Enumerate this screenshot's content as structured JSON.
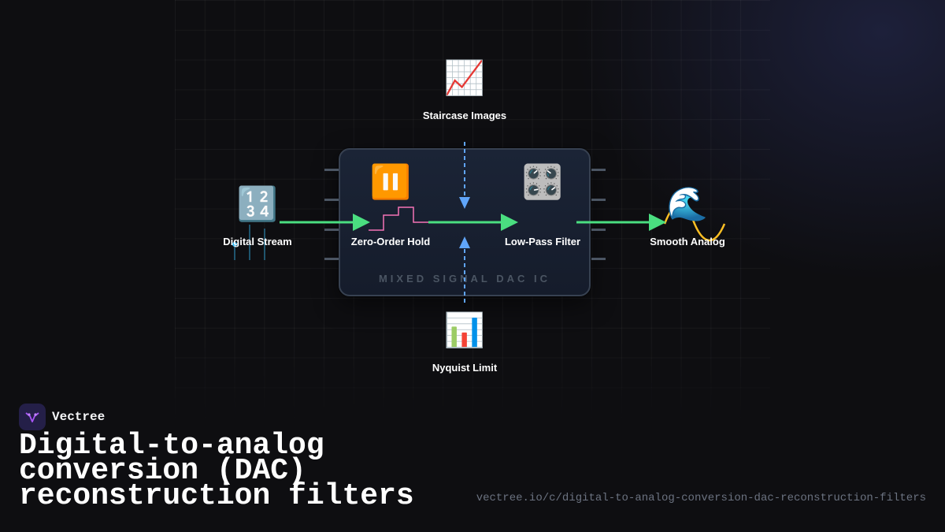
{
  "diagram": {
    "chip_label": "MIXED SIGNAL DAC IC",
    "nodes": [
      {
        "id": "digital_stream",
        "label": "Digital Stream",
        "icon": "🔢",
        "icon_name": "input-numbers-icon"
      },
      {
        "id": "zero_order_hold",
        "label": "Zero-Order Hold",
        "icon": "⏸️",
        "icon_name": "pause-icon"
      },
      {
        "id": "low_pass_filter",
        "label": "Low-Pass Filter",
        "icon": "🎛️",
        "icon_name": "control-knobs-icon"
      },
      {
        "id": "smooth_analog",
        "label": "Smooth Analog",
        "icon": "🌊",
        "icon_name": "wave-icon"
      },
      {
        "id": "staircase_images",
        "label": "Staircase Images",
        "icon": "📈",
        "icon_name": "chart-increasing-icon"
      },
      {
        "id": "nyquist_limit",
        "label": "Nyquist Limit",
        "icon": "📊",
        "icon_name": "bar-chart-icon"
      }
    ],
    "flows": [
      {
        "from": "digital_stream",
        "to": "zero_order_hold"
      },
      {
        "from": "zero_order_hold",
        "to": "low_pass_filter"
      },
      {
        "from": "low_pass_filter",
        "to": "smooth_analog"
      }
    ],
    "influences": [
      {
        "from": "staircase_images",
        "to": "main_flow"
      },
      {
        "from": "nyquist_limit",
        "to": "main_flow"
      }
    ],
    "colors": {
      "flow": "#4ade80",
      "influence": "#60a5fa",
      "staircase": "#f472b6",
      "analog_wave": "#fbbf24",
      "digital_pulse": "#38bdf8"
    }
  },
  "branding": {
    "name": "Vectree",
    "logo_icon": "vectree-logo-icon",
    "accent": "#a855f7"
  },
  "title": "Digital-to-analog conversion (DAC) reconstruction filters",
  "url": "vectree.io/c/digital-to-analog-conversion-dac-reconstruction-filters"
}
